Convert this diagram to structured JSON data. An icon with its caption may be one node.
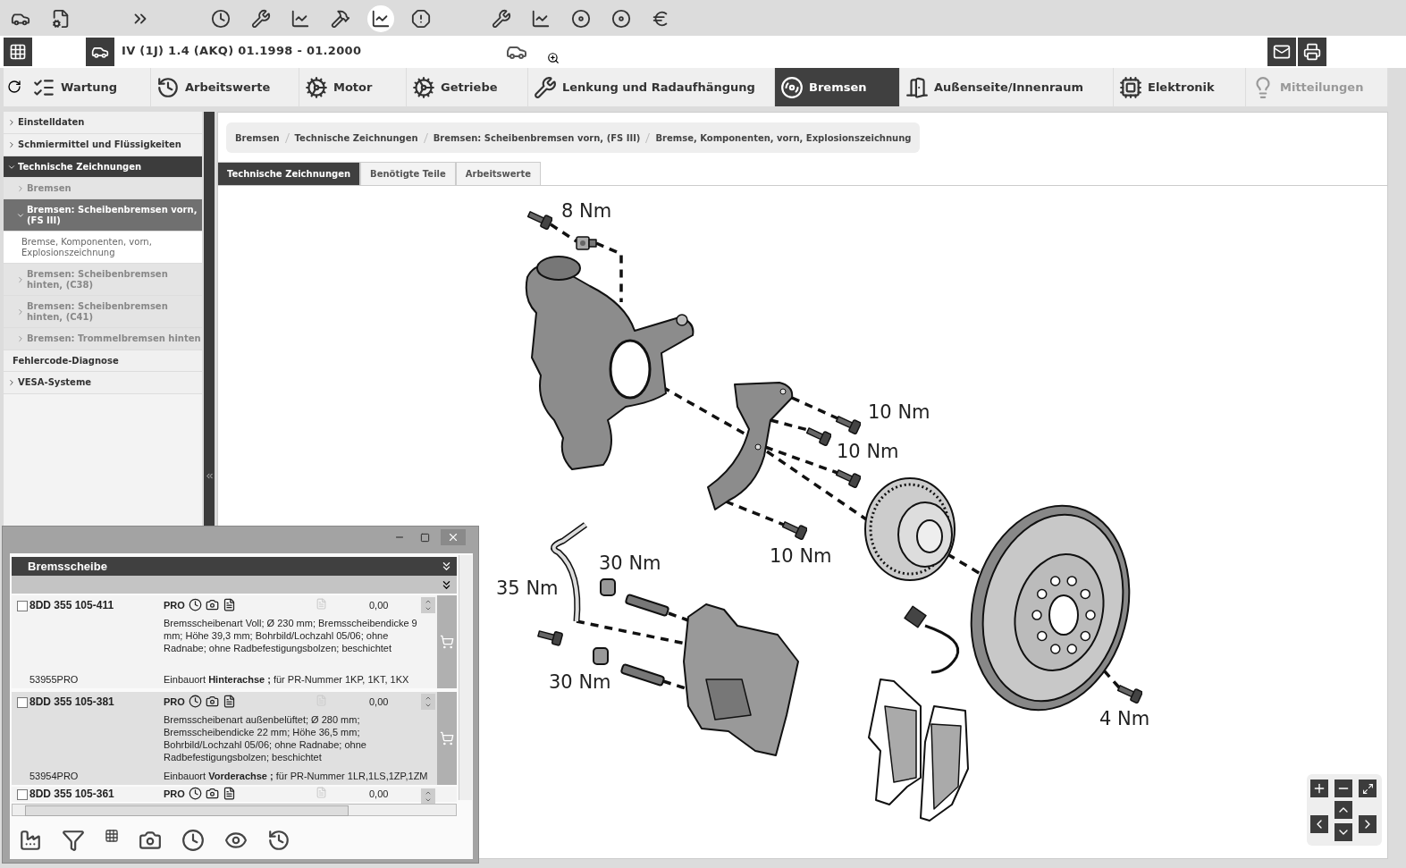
{
  "diagram": {
    "nodes": [
      {
        "text": [],
        "shape": "picture",
        "beside": [
          "8 Nm"
        ]
      },
      {
        "text": [],
        "shape": "picture"
      },
      {
        "text": [],
        "shape": "picture"
      },
      {
        "text": [],
        "shape": "picture"
      },
      {
        "text": [],
        "shape": "picture",
        "beside": [
          "10 Nm"
        ]
      },
      {
        "text": [],
        "shape": "picture",
        "beside": [
          "10 Nm"
        ]
      },
      {
        "text": [],
        "shape": "picture"
      },
      {
        "text": [],
        "shape": "picture"
      },
      {
        "text": [],
        "shape": "picture",
        "beside": [
          "10 Nm"
        ]
      },
      {
        "text": [],
        "shape": "picture",
        "beside": [
          "35 Nm"
        ]
      },
      {
        "text": [],
        "shape": "picture",
        "beside": [
          "30 Nm"
        ]
      },
      {
        "text": [],
        "shape": "picture"
      },
      {
        "text": [],
        "shape": "picture"
      },
      {
        "text": [],
        "shape": "picture"
      },
      {
        "text": [],
        "shape": "picture"
      },
      {
        "text": [],
        "shape": "picture",
        "beside": [
          "30 Nm"
        ]
      },
      {
        "text": [],
        "shape": "picture"
      },
      {
        "text": [],
        "shape": "picture",
        "beside": [
          "4 Nm"
        ]
      },
      {
        "text": [],
        "shape": "picture"
      }
    ],
    "edges": [
      {
        "from": 0,
        "to": 1,
        "arrow": "none",
        "style": "dashed"
      },
      {
        "from": 1,
        "to": 2,
        "arrow": "none",
        "style": "dashed"
      },
      {
        "from": 2,
        "to": 3,
        "arrow": "none",
        "style": "dashed"
      },
      {
        "from": 3,
        "to": 7,
        "arrow": "none",
        "style": "dashed"
      },
      {
        "from": 7,
        "to": 12,
        "arrow": "none",
        "style": "dashed"
      },
      {
        "from": 17,
        "to": 12,
        "arrow": "none",
        "style": "dashed"
      },
      {
        "from": 3,
        "to": 4,
        "arrow": "none",
        "style": "dashed"
      },
      {
        "from": 3,
        "to": 5,
        "arrow": "none",
        "style": "dashed"
      },
      {
        "from": 3,
        "to": 6,
        "arrow": "none",
        "style": "dashed"
      },
      {
        "from": 3,
        "to": 8,
        "arrow": "none",
        "style": "dashed"
      },
      {
        "from": 10,
        "to": 14,
        "arrow": "none",
        "style": "dashed"
      },
      {
        "from": 15,
        "to": 14,
        "arrow": "none",
        "style": "dashed"
      },
      {
        "from": 9,
        "to": 14,
        "arrow": "none",
        "style": "dashed"
      }
    ],
    "labels": [
      "IV (1J) 1.4 (AKQ) 01.1998 - 01.2000",
      "Wartung",
      "Arbeitswerte",
      "Motor",
      "Getriebe",
      "Lenkung und Radaufhängung",
      "Bremsen",
      "Außenseite/Innenraum",
      "Elektronik",
      "Mitteilungen",
      "Einstelldaten",
      "Schmiermittel und Flüssigkeiten",
      "Technische Zeichnungen",
      "Bremsen",
      "Bremsen: Scheibenbremsen vorn, (FS III)",
      "Bremse, Komponenten, vorn, Explosionszeichnung",
      "Bremsen: Scheibenbremsen hinten, (C38)",
      "Bremsen: Scheibenbremsen hinten, (C41)",
      "Bremsen: Trommelbremsen hinten",
      "Fehlercode-Diagnose",
      "VESA-Systeme",
      "Bremsen",
      "Technische Zeichnungen",
      "Bremsen: Scheibenbremsen vorn, (FS III)",
      "Bremse, Komponenten, vorn, Explosionszeichnung",
      "Technische Zeichnungen",
      "Benötigte Teile",
      "Arbeitswerte",
      "Bremsscheibe",
      "8DD 355 105-411",
      "PRO",
      "0,00",
      "Bremsscheibenart Voll; Ø 230 mm; Bremsscheibendicke 9 mm; Höhe 39,3 mm; Bohrbild/Lochzahl 05/06; ohne Radnabe; ohne Radbefestigungsbolzen; beschichtet",
      "53955PRO",
      "Einbauort **Hinterachse ;** für PR-Nummer 1KP, 1KT, 1KX",
      "8DD 355 105-381",
      "PRO",
      "0,00",
      "Bremsscheibenart außenbelüftet; Ø 280 mm; Bremsscheibendicke 22 mm; Höhe 36,5 mm; Bohrbild/Lochzahl 05/06; ohne Radnabe; ohne Radbefestigungsbolzen; beschichtet",
      "53954PRO",
      "Einbauort **Vorderachse ;** für PR-Nummer 1LR,1LS,1ZP,1ZM",
      "8DD 355 105-361",
      "PRO",
      "0,00"
    ]
  }
}
